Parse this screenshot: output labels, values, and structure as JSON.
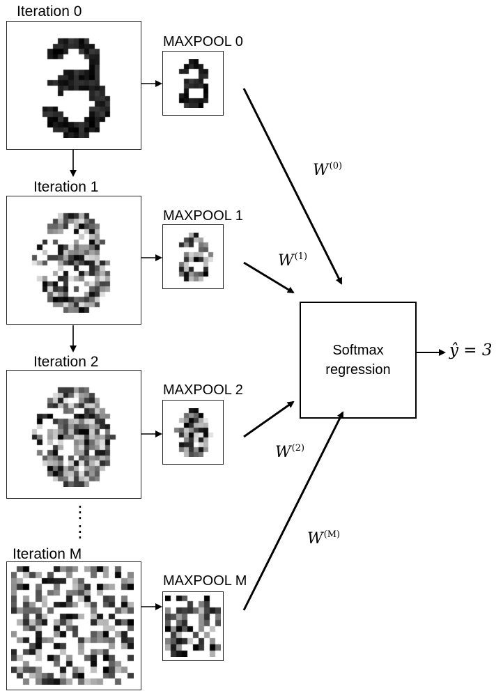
{
  "iterations": [
    {
      "label": "Iteration 0",
      "pool_label": "MAXPOOL 0",
      "weight_base": "W",
      "weight_sup": "(0)",
      "pattern": "digit3"
    },
    {
      "label": "Iteration 1",
      "pool_label": "MAXPOOL 1",
      "weight_base": "W",
      "weight_sup": "(1)",
      "pattern": "digit3-noisy"
    },
    {
      "label": "Iteration 2",
      "pool_label": "MAXPOOL 2",
      "weight_base": "W",
      "weight_sup": "(2)",
      "pattern": "digit3-noisier"
    },
    {
      "label": "Iteration M",
      "pool_label": "MAXPOOL M",
      "weight_base": "W",
      "weight_sup": "(M)",
      "pattern": "noise"
    }
  ],
  "ellipsis": "⋮",
  "softmax": {
    "line1": "Softmax",
    "line2": "regression"
  },
  "output": {
    "text": "ŷ = 3"
  },
  "colors": {
    "line": "#000000",
    "border": "#222222"
  }
}
